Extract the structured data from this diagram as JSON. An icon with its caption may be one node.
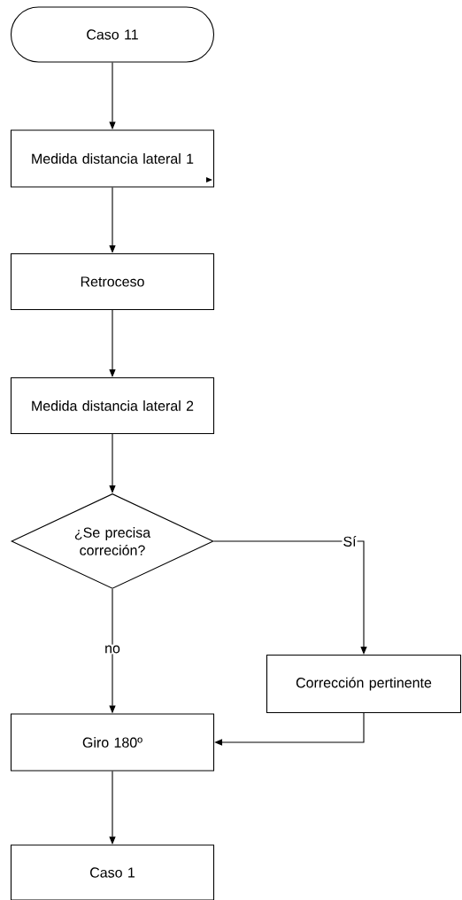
{
  "diagram": {
    "nodes": [
      {
        "text": [
          "Caso 11"
        ]
      },
      {
        "text": [
          "Medida distancia lateral 1"
        ]
      },
      {
        "text": [
          "Retroceso"
        ]
      },
      {
        "text": [
          "Medida distancia lateral 2"
        ]
      },
      {
        "text": [
          "¿Se precisa correción?"
        ]
      },
      {
        "text": [
          "Corrección pertinente"
        ]
      },
      {
        "text": [
          "Giro 180º"
        ]
      },
      {
        "text": [
          "Caso 1"
        ]
      }
    ],
    "edges": [
      {
        "from": 0,
        "to": 1,
        "arrow": "to"
      },
      {
        "from": 1,
        "to": 2,
        "arrow": "to"
      },
      {
        "from": 2,
        "to": 3,
        "arrow": "to"
      },
      {
        "from": 3,
        "to": 4,
        "arrow": "to"
      },
      {
        "from": 4,
        "to": 5,
        "arrow": "to",
        "label": "Sí"
      },
      {
        "from": 4,
        "to": 6,
        "arrow": "to",
        "label": "no"
      },
      {
        "from": 5,
        "to": 6,
        "arrow": "to"
      },
      {
        "from": 6,
        "to": 7,
        "arrow": "to"
      }
    ]
  }
}
